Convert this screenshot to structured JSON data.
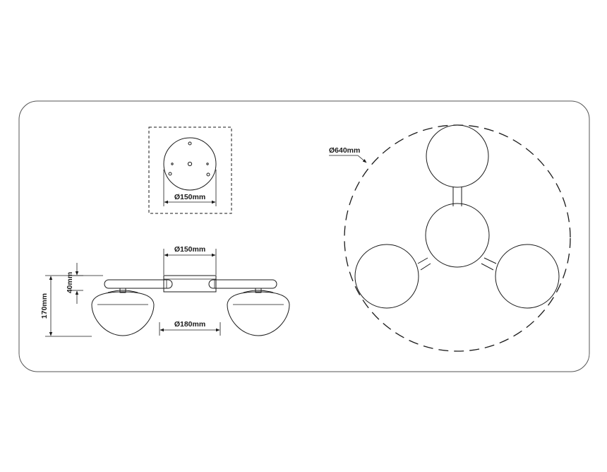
{
  "dimensions": {
    "mount_diameter": "Ø150mm",
    "canopy_diameter": "Ø150mm",
    "shade_diameter": "Ø180mm",
    "overall_height": "170mm",
    "canopy_height": "40mm",
    "overall_diameter": "Ø640mm"
  },
  "colors": {
    "line": "#1a1a1a",
    "frame": "#555555",
    "background": "#ffffff"
  }
}
